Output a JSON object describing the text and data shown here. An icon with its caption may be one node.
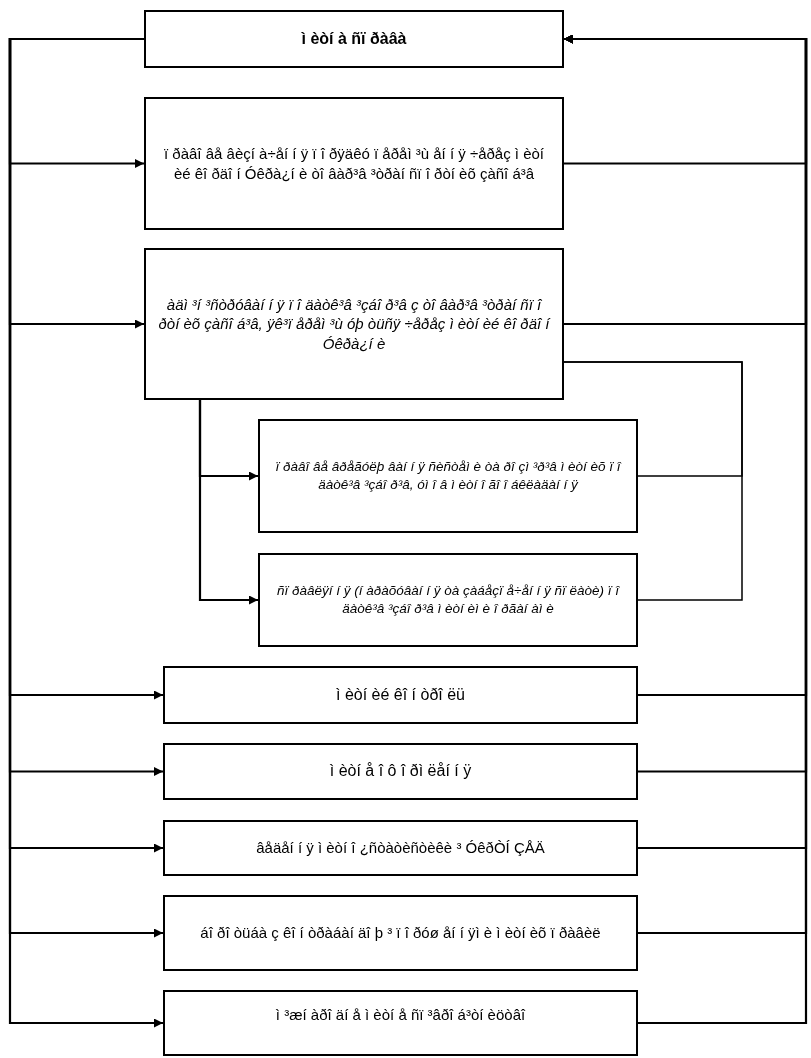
{
  "diagram": {
    "nodes": [
      {
        "text": [
          "ì èòí à ñï ðàâà"
        ]
      },
      {
        "text": [
          "ï ðàâî âå âèçí à÷åí í ÿ ï î ðÿäêó ï åðåì ³ù åí í ÿ ÷åðåç ì èòí èé êî ðäî í Óêðà¿í è òî âàð³â ³òðàí ñï î ðòí èõ çàñî á³â"
        ]
      },
      {
        "text": [
          "àäì ³í ³ñòðóâàí í ÿ ï î äàòê³â ³çáî ð³â ç òî âàð³â ³òðàí ñï î ðòí èõ çàñî á³â, ÿê³ï åðåì ³ù óþ òüñÿ ÷åðåç ì èòí èé êî ðäî í Óêðà¿í è"
        ]
      },
      {
        "text": [
          "ï ðàâî âå âðåãóëþ âàí í ÿ ñèñòåì è òà ðî çì ³ð³â ì èòí èõ ï î äàòê³â ³çáî ð³â, óì î â ì èòí î ãî î áêëàäàí í ÿ"
        ]
      },
      {
        "text": [
          "ñï ðàâëÿí í ÿ (í àðàõóâàí í ÿ òà çàáåçï å÷åí í ÿ ñï ëàòè) ï î äàòê³â ³çáî ð³â ì èòí èì è î ðãàí àì è"
        ]
      },
      {
        "text": [
          "ì èòí èé êî í òðî ëü"
        ]
      },
      {
        "text": [
          "ì èòí å î ô î ðì ëåí í ÿ"
        ]
      },
      {
        "text": [
          "âåäåí í ÿ ì èòí î ¿ñòàòèñòèêè ³ ÓêðÒÍ ÇÅÄ"
        ]
      },
      {
        "text": [
          "áî ðî òüáà ç êî í òðàáàí äî þ ³ ï î ðóø åí í ÿì è ì èòí èõ ï ðàâèë"
        ]
      },
      {
        "text": [
          "ì ³æí àðî äí å ì èòí å ñï ³âðî á³òí èöòâî"
        ]
      }
    ],
    "edges": [
      {
        "from": 0,
        "to": 1,
        "arrow": "to"
      },
      {
        "from": 0,
        "to": 2,
        "arrow": "to"
      },
      {
        "from": 2,
        "to": 3,
        "arrow": "to"
      },
      {
        "from": 2,
        "to": 4,
        "arrow": "to"
      },
      {
        "from": 0,
        "to": 5,
        "arrow": "to"
      },
      {
        "from": 0,
        "to": 6,
        "arrow": "to"
      },
      {
        "from": 0,
        "to": 7,
        "arrow": "to"
      },
      {
        "from": 0,
        "to": 8,
        "arrow": "to"
      },
      {
        "from": 0,
        "to": 9,
        "arrow": "to"
      },
      {
        "from": 1,
        "to": 0,
        "arrow": "to"
      },
      {
        "from": 2,
        "to": 0,
        "arrow": "to"
      },
      {
        "from": 5,
        "to": 0,
        "arrow": "to"
      },
      {
        "from": 6,
        "to": 0,
        "arrow": "to"
      },
      {
        "from": 7,
        "to": 0,
        "arrow": "to"
      },
      {
        "from": 8,
        "to": 0,
        "arrow": "to"
      },
      {
        "from": 9,
        "to": 0,
        "arrow": "to"
      },
      {
        "from": 3,
        "to": 2,
        "arrow": "none"
      },
      {
        "from": 4,
        "to": 2,
        "arrow": "none"
      }
    ]
  }
}
